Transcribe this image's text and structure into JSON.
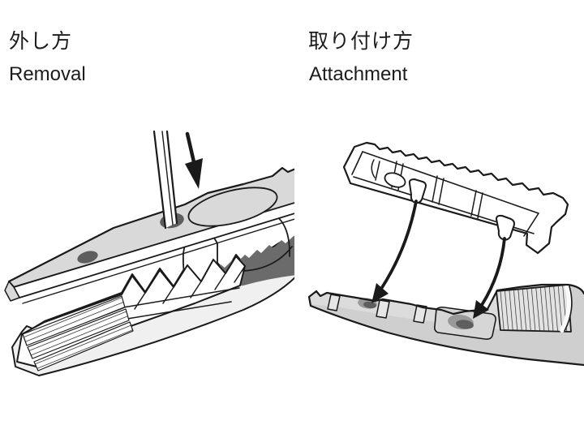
{
  "colors": {
    "background": "#ffffff",
    "text": "#1c1c1c",
    "line": "#1a1a1a",
    "surface_light": "#d9d9d9",
    "surface_lighter": "#f0f0f0",
    "teeth_dark": "#6b6b6b",
    "hole_dark": "#5e5e5e",
    "hole_mid": "#999999",
    "jaw_gray": "#cfcfcf",
    "jaw_gray_top": "#dcdcdc",
    "ridge_light": "#e6e6e6"
  },
  "panels": {
    "removal": {
      "title_ja": "外し方",
      "title_en": "Removal"
    },
    "attachment": {
      "title_ja": "取り付け方",
      "title_en": "Attachment"
    }
  }
}
